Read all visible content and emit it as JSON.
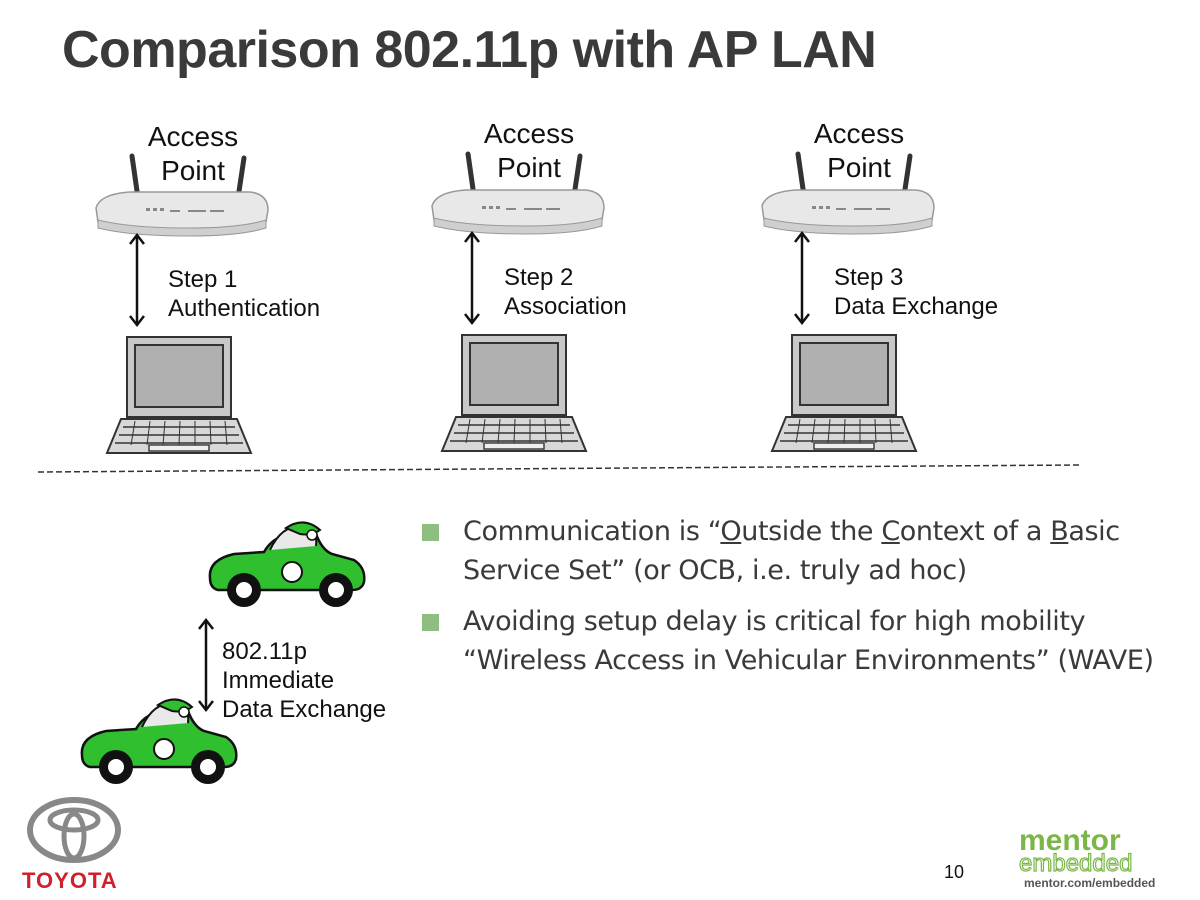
{
  "title": "Comparison 802.11p with AP LAN",
  "access_points": [
    {
      "label_line1": "Access",
      "label_line2": "Point",
      "step_line1": "Step 1",
      "step_line2": "Authentication"
    },
    {
      "label_line1": "Access",
      "label_line2": "Point",
      "step_line1": "Step 2",
      "step_line2": "Association"
    },
    {
      "label_line1": "Access",
      "label_line2": "Point",
      "step_line1": "Step 3",
      "step_line2": "Data Exchange"
    }
  ],
  "car_link": {
    "line1": "802.11p",
    "line2": "Immediate",
    "line3": "Data Exchange"
  },
  "bullets": {
    "b1_part1": "Communication is “",
    "b1_O": "O",
    "b1_part2": "utside the ",
    "b1_C": "C",
    "b1_part3": "ontext of a ",
    "b1_B": "B",
    "b1_part4": "asic Service Set” (or OCB, i.e. truly ad hoc)",
    "b2": "Avoiding setup delay is critical for high mobility “Wireless Access in Vehicular Environments” (WAVE)"
  },
  "footer": {
    "page_number": "10",
    "toyota": "TOYOTA",
    "mentor_line1": "mentor",
    "mentor_line2": "embedded",
    "mentor_url": "mentor.com/embedded"
  },
  "colors": {
    "title": "#3a3a3a",
    "bullet_square": "#8fbf80",
    "car_green": "#2fbf2f",
    "toyota_red": "#d01f2d",
    "mentor_green": "#7ab648"
  },
  "icons": [
    "router-icon",
    "laptop-icon",
    "double-arrow-icon",
    "race-car-icon",
    "toyota-logo",
    "mentor-embedded-logo"
  ]
}
